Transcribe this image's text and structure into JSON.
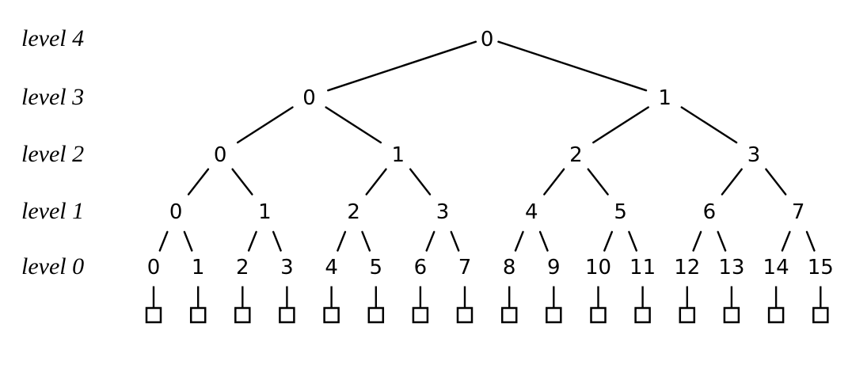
{
  "colors": {
    "ink": "#000000",
    "background": "#ffffff"
  },
  "tree": {
    "levels": [
      {
        "label": "level 4",
        "nodes": [
          "0"
        ]
      },
      {
        "label": "level 3",
        "nodes": [
          "0",
          "1"
        ]
      },
      {
        "label": "level 2",
        "nodes": [
          "0",
          "1",
          "2",
          "3"
        ]
      },
      {
        "label": "level 1",
        "nodes": [
          "0",
          "1",
          "2",
          "3",
          "4",
          "5",
          "6",
          "7"
        ]
      },
      {
        "label": "level 0",
        "nodes": [
          "0",
          "1",
          "2",
          "3",
          "4",
          "5",
          "6",
          "7",
          "8",
          "9",
          "10",
          "11",
          "12",
          "13",
          "14",
          "15"
        ]
      }
    ],
    "leaf_boxes": 16
  }
}
